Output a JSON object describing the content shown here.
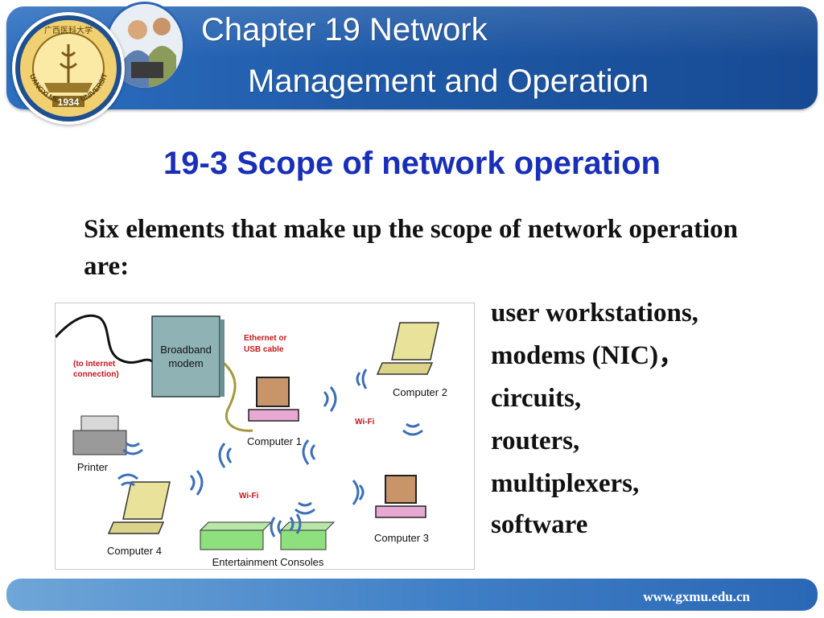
{
  "header": {
    "title_line1": "Chapter 19 Network",
    "title_line2": "Management and Operation",
    "emblem_year": "1934",
    "emblem_name": "GUANGXI MEDICAL UNIVERSITY",
    "emblem_chinese": "广西医科大学"
  },
  "slide": {
    "subtitle": "19-3 Scope of network operation",
    "intro": "Six elements that make up the scope of network operation are:",
    "elements": [
      "user workstations,",
      "modems (NIC)，",
      "circuits,",
      "routers,",
      "multiplexers,",
      "software"
    ]
  },
  "diagram": {
    "labels": {
      "internet": "(to Internet",
      "internet2": "connection)",
      "modem1": "Broadband",
      "modem2": "modem",
      "cable1": "Ethernet or",
      "cable2": "USB cable",
      "computer1": "Computer 1",
      "computer2": "Computer 2",
      "computer3": "Computer 3",
      "computer4": "Computer 4",
      "printer": "Printer",
      "wifi1": "Wi-Fi",
      "wifi2": "Wi-Fi",
      "consoles": "Entertainment Consoles"
    }
  },
  "footer": {
    "url": "www.gxmu.edu.cn"
  },
  "colors": {
    "header_blue": "#1f5aa8",
    "subtitle_blue": "#1a2fb8",
    "footer_blue": "#3f7fc6"
  }
}
